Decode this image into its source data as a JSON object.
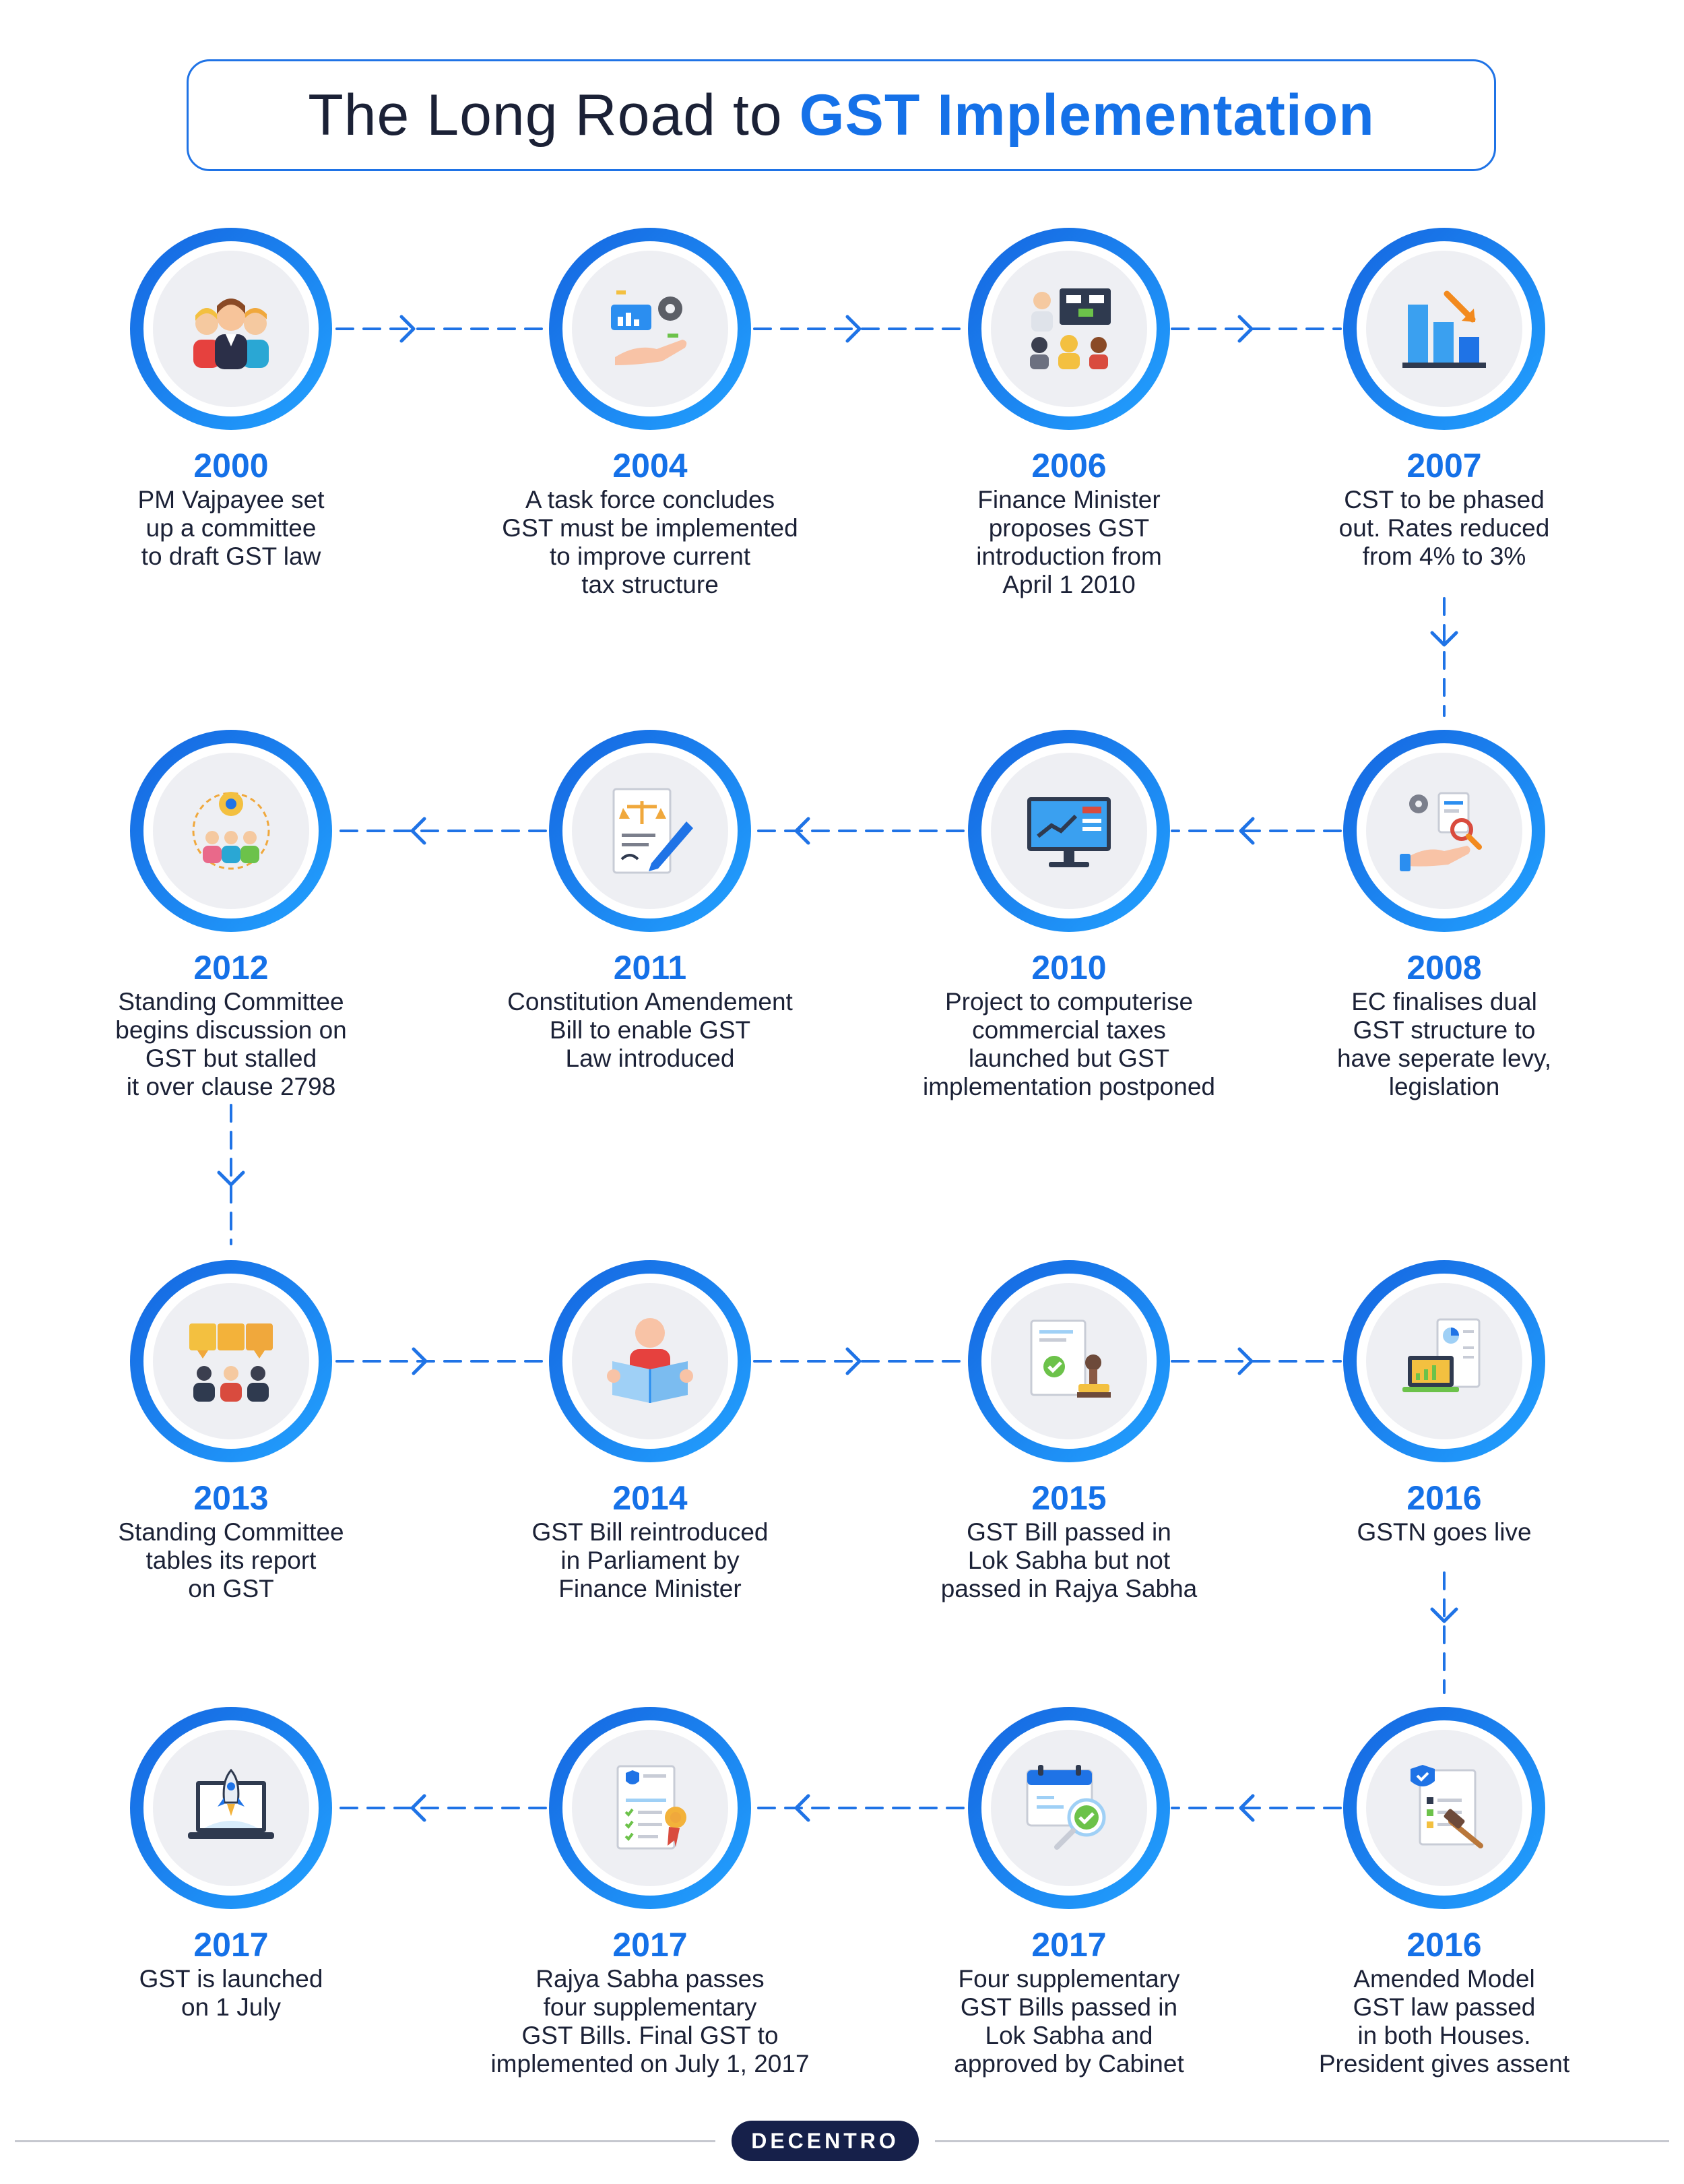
{
  "title": {
    "prefix": "The Long Road to ",
    "highlight": "GST Implementation"
  },
  "colors": {
    "accent": "#1571e8",
    "text": "#1b2136",
    "connector": "#1f73e6",
    "brand_bg": "#16204a"
  },
  "events": [
    {
      "year": "2000",
      "text": "PM Vajpayee set\nup a committee\nto draft GST law",
      "icon": "people-group-icon"
    },
    {
      "year": "2004",
      "text": "A task force concludes\nGST must be implemented\nto improve current\ntax structure",
      "icon": "hand-gear-chart-icon"
    },
    {
      "year": "2006",
      "text": "Finance Minister\nproposes GST\nintroduction from\nApril 1 2010",
      "icon": "meeting-presentation-icon"
    },
    {
      "year": "2007",
      "text": "CST to be phased\nout. Rates reduced\nfrom 4% to 3%",
      "icon": "declining-bar-chart-icon"
    },
    {
      "year": "2008",
      "text": "EC finalises dual\nGST structure to\nhave seperate levy,\nlegislation",
      "icon": "hand-document-search-icon"
    },
    {
      "year": "2010",
      "text": "Project to computerise\ncommercial taxes\nlaunched but GST\nimplementation postponed",
      "icon": "computer-monitor-chart-icon"
    },
    {
      "year": "2011",
      "text": "Constitution Amendement\nBill to enable GST\nLaw introduced",
      "icon": "legal-document-pen-icon"
    },
    {
      "year": "2012",
      "text": "Standing Committee\nbegins discussion on\nGST but stalled\nit over clause 2798",
      "icon": "committee-discussion-icon"
    },
    {
      "year": "2013",
      "text": "Standing Committee\ntables its report\non GST",
      "icon": "committee-report-icon"
    },
    {
      "year": "2014",
      "text": "GST Bill reintroduced\nin Parliament by\nFinance Minister",
      "icon": "person-reading-icon"
    },
    {
      "year": "2015",
      "text": "GST Bill passed in\nLok Sabha but not\npassed in Rajya Sabha",
      "icon": "approved-document-stamp-icon"
    },
    {
      "year": "2016",
      "text": "GSTN goes live",
      "icon": "laptop-dashboard-icon"
    },
    {
      "year": "2016",
      "text": "Amended Model\nGST law passed\nin both Houses.\nPresident gives assent",
      "icon": "checklist-gavel-icon"
    },
    {
      "year": "2017",
      "text": "Four supplementary\nGST Bills passed in\nLok Sabha and\napproved by Cabinet",
      "icon": "calendar-check-icon"
    },
    {
      "year": "2017",
      "text": "Rajya Sabha passes\nfour supplementary\nGST Bills. Final GST to\nimplemented on July 1, 2017",
      "icon": "certificate-document-icon"
    },
    {
      "year": "2017",
      "text": "GST is launched\non 1 July",
      "icon": "laptop-rocket-icon"
    }
  ],
  "brand": "DECENTRO"
}
